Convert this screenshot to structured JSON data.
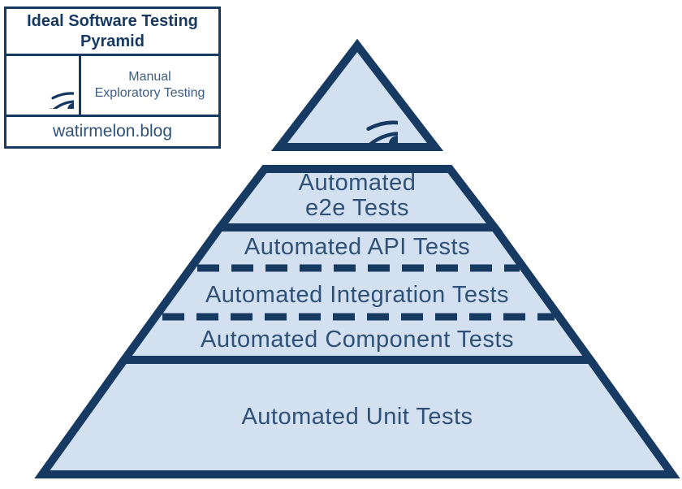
{
  "colors": {
    "navy_border": "#173a63",
    "layer_fill": "#d2e0f0",
    "label_text": "#2f5178",
    "legend_title_text": "#17395f",
    "background": "#ffffff"
  },
  "legend": {
    "title": {
      "line1": "Ideal Software Testing",
      "line2": "Pyramid"
    },
    "manual": {
      "line1": "Manual",
      "line2": "Exploratory Testing"
    },
    "site": "watirmelon.blog",
    "icon": "eye-icon"
  },
  "pyramid": {
    "apex": {
      "icon": "eye-icon"
    },
    "layers": [
      {
        "id": "e2e",
        "line1": "Automated",
        "line2": "e2e Tests"
      },
      {
        "id": "api",
        "label": "Automated API Tests"
      },
      {
        "id": "integration",
        "label": "Automated Integration Tests"
      },
      {
        "id": "component",
        "label": "Automated Component Tests"
      },
      {
        "id": "unit",
        "label": "Automated Unit Tests"
      }
    ]
  }
}
